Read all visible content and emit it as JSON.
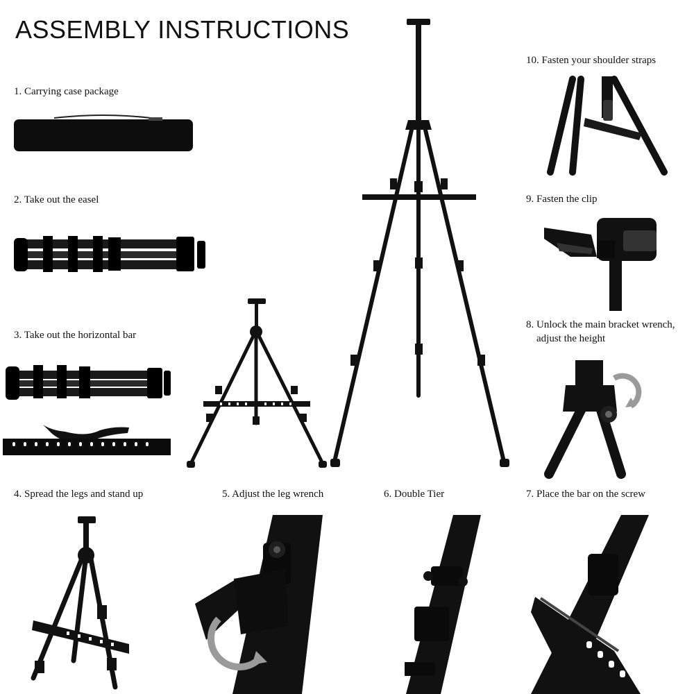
{
  "page": {
    "title": "ASSEMBLY INSTRUCTIONS"
  },
  "steps": {
    "s1": "1. Carrying case package",
    "s2": "2. Take out the easel",
    "s3": "3. Take out the horizontal bar",
    "s4": "4. Spread the legs and stand up",
    "s5": "5. Adjust the leg wrench",
    "s6": "6. Double Tier",
    "s7": "7. Place the bar on the screw",
    "s8_line1": "8. Unlock the main bracket wrench,",
    "s8_line2": "adjust the height",
    "s9": "9. Fasten the clip",
    "s10": "10. Fasten your shoulder straps"
  },
  "colors": {
    "product": "#111111",
    "accent": "#9a9a9a"
  }
}
